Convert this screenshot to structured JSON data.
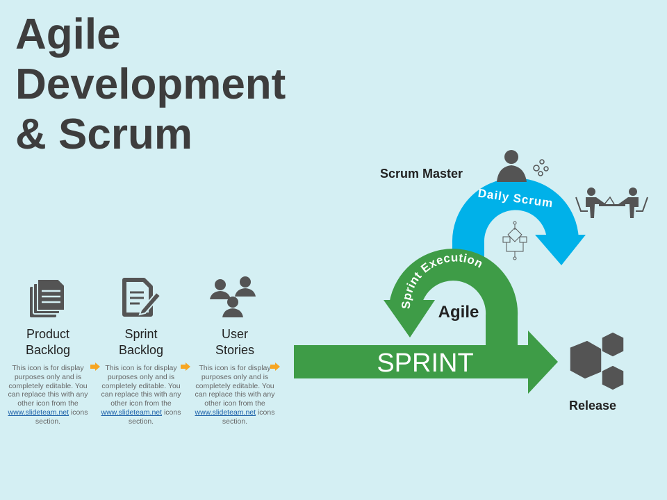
{
  "title": {
    "line1": "Agile",
    "line2": "Development",
    "line3": "& Scrum"
  },
  "steps": [
    {
      "name_line1": "Product",
      "name_line2": "Backlog",
      "icon": "documents-icon",
      "desc_before": "This icon is for display purposes only and is completely editable. You can replace this with any other icon from the",
      "link": "www.slideteam.net",
      "desc_after": "icons section."
    },
    {
      "name_line1": "Sprint",
      "name_line2": "Backlog",
      "icon": "edit-document-icon",
      "desc_before": "This icon is for display purposes only and is completely editable. You can replace this with any other icon from the",
      "link": "www.slideteam.net",
      "desc_after": "icons section."
    },
    {
      "name_line1": "User",
      "name_line2": "Stories",
      "icon": "users-group-icon",
      "desc_before": "This icon is for display purposes only and is completely editable. You can replace this with any other icon from the",
      "link": "www.slideteam.net",
      "desc_after": "icons section."
    }
  ],
  "diagram": {
    "scrum_master": "Scrum Master",
    "daily_scrum": "Daily Scrum",
    "sprint_execution": "Sprint Execution",
    "agile": "Agile",
    "sprint": "SPRINT",
    "release": "Release"
  },
  "colors": {
    "green": "#3e9c47",
    "blue": "#00b1e9",
    "icon": "#545454",
    "orange": "#f6a623",
    "background": "#d4eff3"
  }
}
